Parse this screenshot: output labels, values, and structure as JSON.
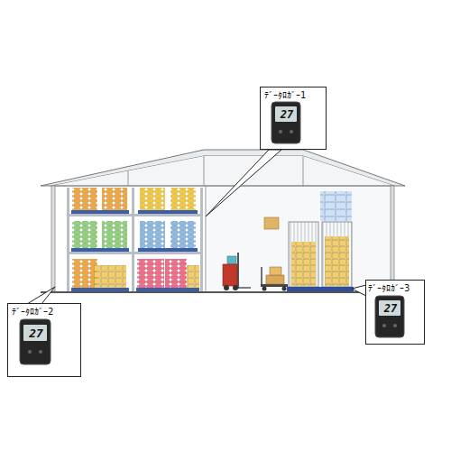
{
  "diagram": {
    "nodes": [
      {
        "text": [
          "ﾃﾞｰﾀﾛｶﾞｰ1",
          "27"
        ]
      },
      {
        "text": [
          "ﾃﾞｰﾀﾛｶﾞｰ2",
          "27"
        ]
      },
      {
        "text": [
          "ﾃﾞｰﾀﾛｶﾞｰ3",
          "27"
        ]
      }
    ]
  }
}
